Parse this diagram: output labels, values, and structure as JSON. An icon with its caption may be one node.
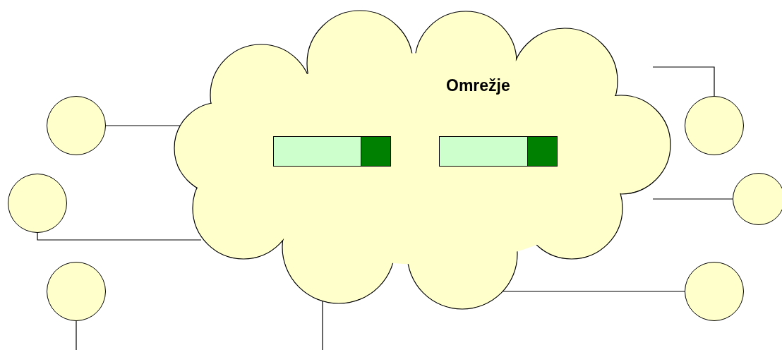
{
  "diagram": {
    "nodes": [
      {
        "text": [
          "Omrežje"
        ]
      },
      {
        "text": [],
        "shape": "bar",
        "in": 0
      },
      {
        "text": [],
        "shape": "bar",
        "in": 0
      },
      {
        "text": [],
        "shape": "circle"
      },
      {
        "text": [],
        "shape": "circle"
      },
      {
        "text": [],
        "shape": "circle"
      },
      {
        "text": [],
        "shape": "circle"
      },
      {
        "text": [],
        "shape": "circle"
      },
      {
        "text": [],
        "shape": "circle"
      }
    ],
    "edges": [
      {
        "from": 3,
        "to": 0,
        "arrow": "none"
      },
      {
        "from": 0,
        "to": 4,
        "arrow": "none"
      },
      {
        "from": 5,
        "to": 0,
        "arrow": "none"
      },
      {
        "from": 0,
        "to": 6,
        "arrow": "none"
      },
      {
        "from": 7,
        "to": null,
        "arrow": "none"
      },
      {
        "from": 0,
        "to": null,
        "arrow": "none"
      },
      {
        "from": 0,
        "to": 8,
        "arrow": "none"
      }
    ]
  }
}
